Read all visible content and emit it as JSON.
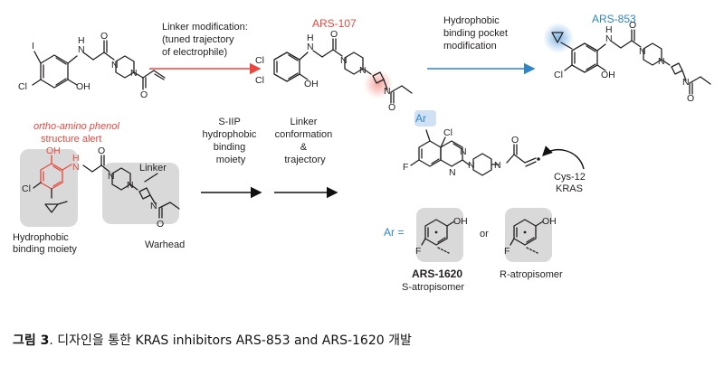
{
  "colors": {
    "red_accent": "#e8483e",
    "blue_accent": "#2e86c8",
    "gray_highlight": "#d9d9d9",
    "text": "#231f20"
  },
  "top_row": {
    "arrow1": {
      "label_lines": [
        "Linker modification:",
        "(tuned trajectory",
        "of electrophile)"
      ]
    },
    "ars107": {
      "name": "ARS-107"
    },
    "arrow2": {
      "label_lines": [
        "Hydrophobic",
        "binding pocket",
        "modification"
      ]
    },
    "ars853": {
      "name": "ARS-853"
    },
    "atoms": {
      "I": "I",
      "Cl": "Cl",
      "OH": "OH",
      "N": "N",
      "H": "H",
      "O": "O"
    }
  },
  "middle_row": {
    "alert_lines": [
      "ortho-amino phenol",
      "structure alert"
    ],
    "linker_label": "Linker",
    "hydrophobic_lines": [
      "Hydrophobic",
      "binding moiety"
    ],
    "warhead_label": "Warhead",
    "arrow3": {
      "label_lines": [
        "S-IIP",
        "hydrophobic",
        "binding",
        "moiety"
      ]
    },
    "arrow4": {
      "label_lines": [
        "Linker",
        "conformation",
        "&",
        "trajectory"
      ]
    },
    "final": {
      "ar_label": "Ar",
      "cl": "Cl",
      "f": "F",
      "n": "N",
      "o": "O",
      "cys_lines": [
        "Cys-12",
        "KRAS"
      ]
    }
  },
  "bottom_row": {
    "ar_equals": "Ar =",
    "or_text": "or",
    "oh": "OH",
    "f": "F",
    "ars1620": {
      "name": "ARS-1620",
      "sub": "S-atropisomer"
    },
    "r_atropisomer": "R-atropisomer"
  },
  "caption": {
    "prefix": "그림 3",
    "text": ". 디자인을 통한 KRAS inhibitors ARS-853 and ARS-1620 개발"
  }
}
